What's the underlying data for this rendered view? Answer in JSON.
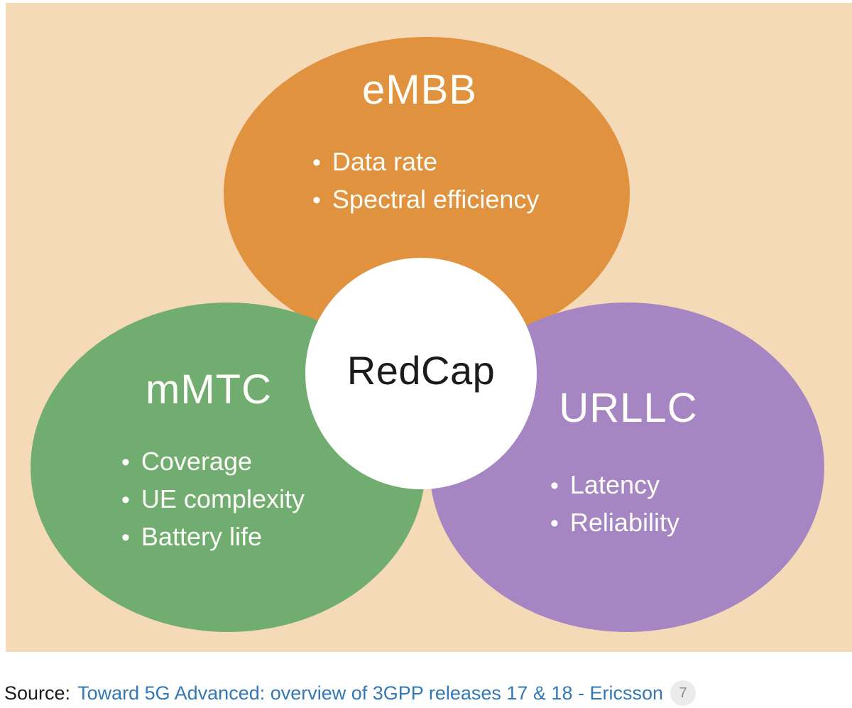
{
  "colors": {
    "background": "#f4dab6",
    "embb_fill": "#e0923f",
    "mmtc_fill": "#71ad70",
    "urllc_fill": "#a685c3",
    "center_fill": "#ffffff",
    "link_color": "#3278b7"
  },
  "diagram": {
    "center": {
      "label": "RedCap"
    },
    "zones": [
      {
        "id": "embb",
        "title": "eMBB",
        "bullets": [
          "Data rate",
          "Spectral efficiency"
        ]
      },
      {
        "id": "mmtc",
        "title": "mMTC",
        "bullets": [
          "Coverage",
          "UE complexity",
          "Battery life"
        ]
      },
      {
        "id": "urllc",
        "title": "URLLC",
        "bullets": [
          "Latency",
          "Reliability"
        ]
      }
    ]
  },
  "source": {
    "label": "Source:",
    "link_text": "Toward 5G Advanced: overview of 3GPP releases 17 & 18 - Ericsson",
    "citation_badge": "7"
  }
}
